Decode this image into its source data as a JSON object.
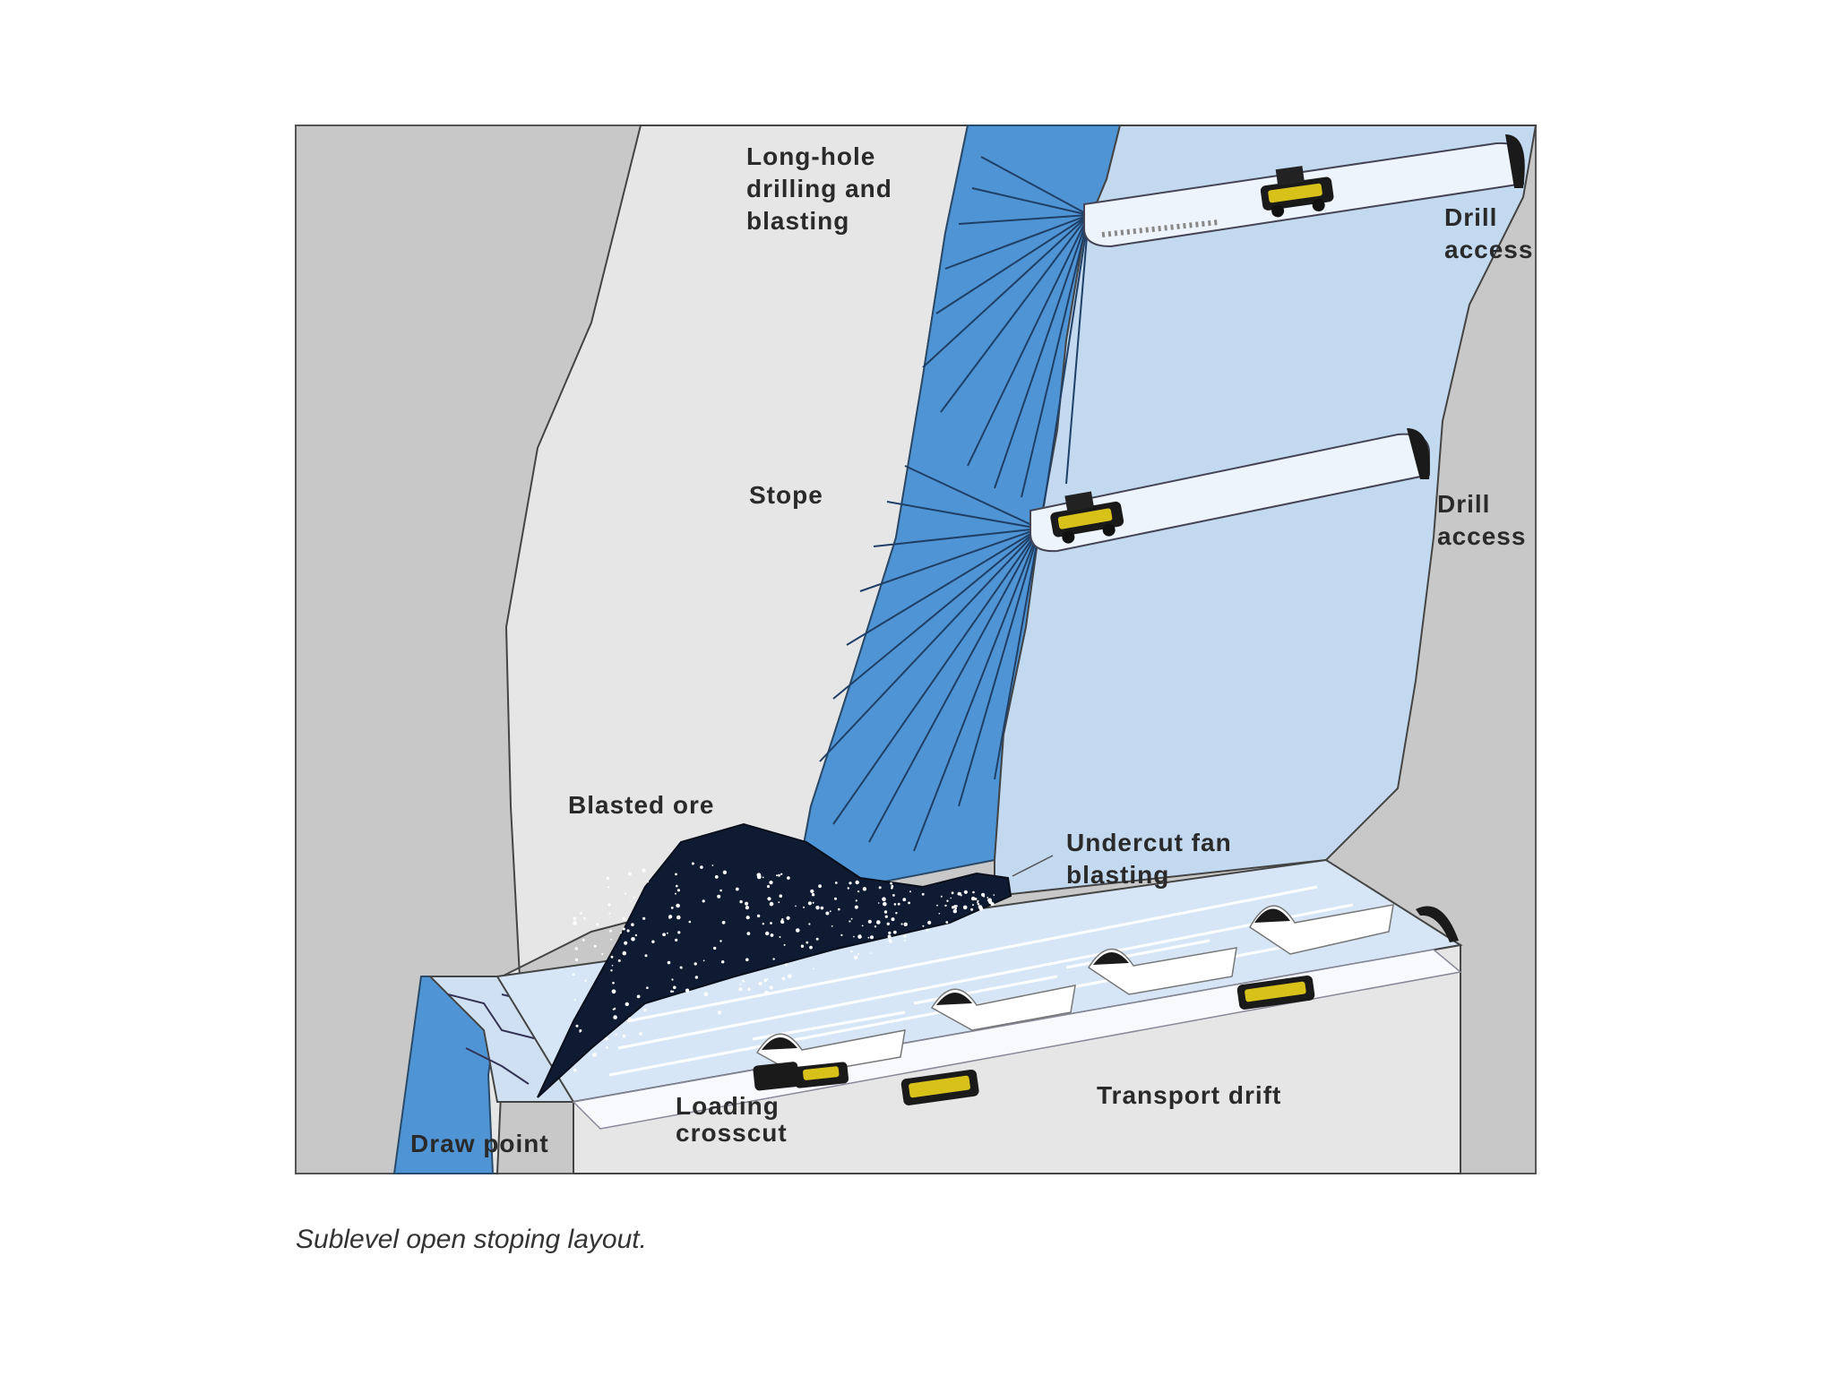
{
  "labels": {
    "long_hole": [
      "Long-hole",
      "drilling and",
      "blasting"
    ],
    "drill_access_top": [
      "Drill",
      "access"
    ],
    "drill_access_mid": [
      "Drill",
      "access"
    ],
    "stope": "Stope",
    "blasted_ore": "Blasted ore",
    "undercut": [
      "Undercut fan",
      "blasting"
    ],
    "loading_crosscut": [
      "Loading",
      "crosscut"
    ],
    "transport_drift": "Transport drift",
    "draw_point": "Draw point"
  },
  "caption": "Sublevel open stoping layout.",
  "colors": {
    "rock": "#c8c8c8",
    "stope": "#e6e6e6",
    "ore_body": "#4f94d4",
    "ore_face": "#c3d9f0",
    "drift": "#eef4fb",
    "blasted_ore": "#0f1b33",
    "vehicle": "#d8c21a"
  }
}
